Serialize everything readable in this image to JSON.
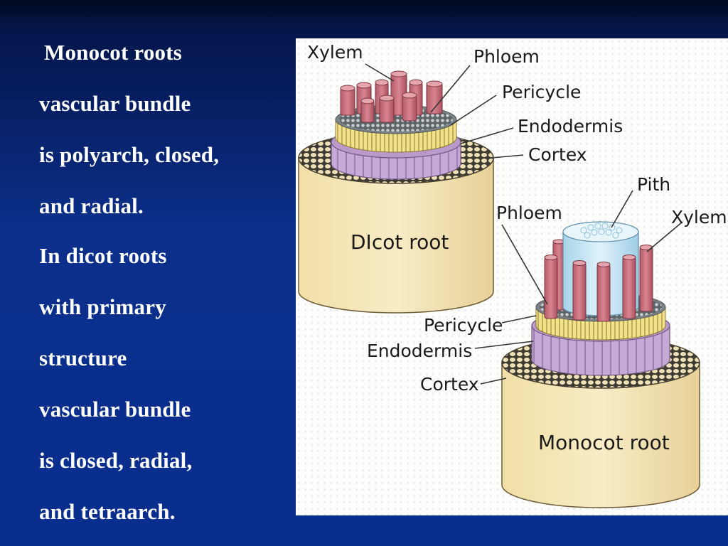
{
  "slide_text": [
    "Monocot roots",
    "vascular bundle",
    "is polyarch, closed,",
    "and radial.",
    "In dicot roots",
    "with primary",
    "structure",
    "vascular bundle",
    "is closed, radial,",
    "and tetraarch."
  ],
  "figure": {
    "dicot": {
      "caption": "DIcot root",
      "labels": {
        "xylem": "Xylem",
        "phloem": "Phloem",
        "pericycle": "Pericycle",
        "endodermis": "Endodermis",
        "cortex": "Cortex"
      }
    },
    "monocot": {
      "caption": "Monocot root",
      "labels": {
        "pith": "Pith",
        "phloem": "Phloem",
        "xylem": "Xylem",
        "pericycle": "Pericycle",
        "endodermis": "Endodermis",
        "cortex": "Cortex"
      }
    }
  },
  "colors": {
    "background": "#0b2f8a",
    "text": "#ffffff",
    "cortex_fill": "#f5e6b4",
    "endodermis_fill": "#c7a9d8",
    "xylem_fill": "#c9707c",
    "pith_fill": "#bfe3f2",
    "pericycle_fill": "#f2e28a"
  }
}
